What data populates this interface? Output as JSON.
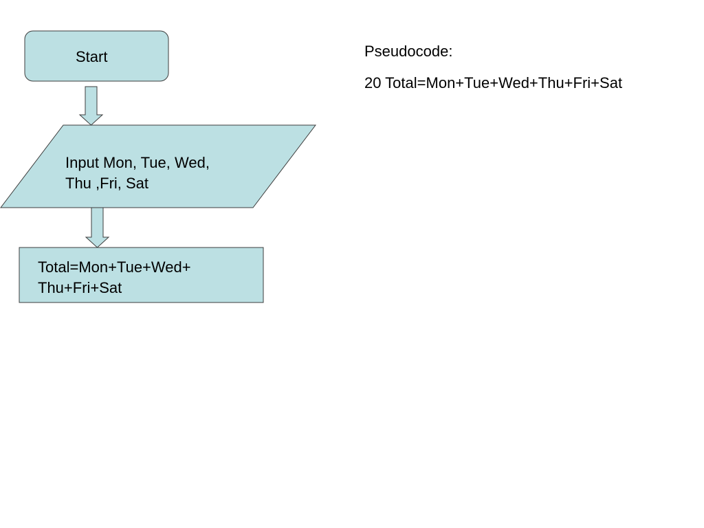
{
  "flowchart": {
    "start": {
      "text": "Start"
    },
    "input": {
      "lines": [
        "Input Mon, Tue, Wed,",
        "Thu ,Fri, Sat"
      ]
    },
    "process": {
      "lines": [
        "Total=Mon+Tue+Wed+",
        "Thu+Fri+Sat"
      ]
    }
  },
  "pseudocode": {
    "title": "Pseudocode:",
    "line": "20 Total=Mon+Tue+Wed+Thu+Fri+Sat"
  },
  "colors": {
    "shape_fill": "#bce0e3",
    "shape_stroke": "#3c3c3c",
    "background": "#ffffff"
  }
}
